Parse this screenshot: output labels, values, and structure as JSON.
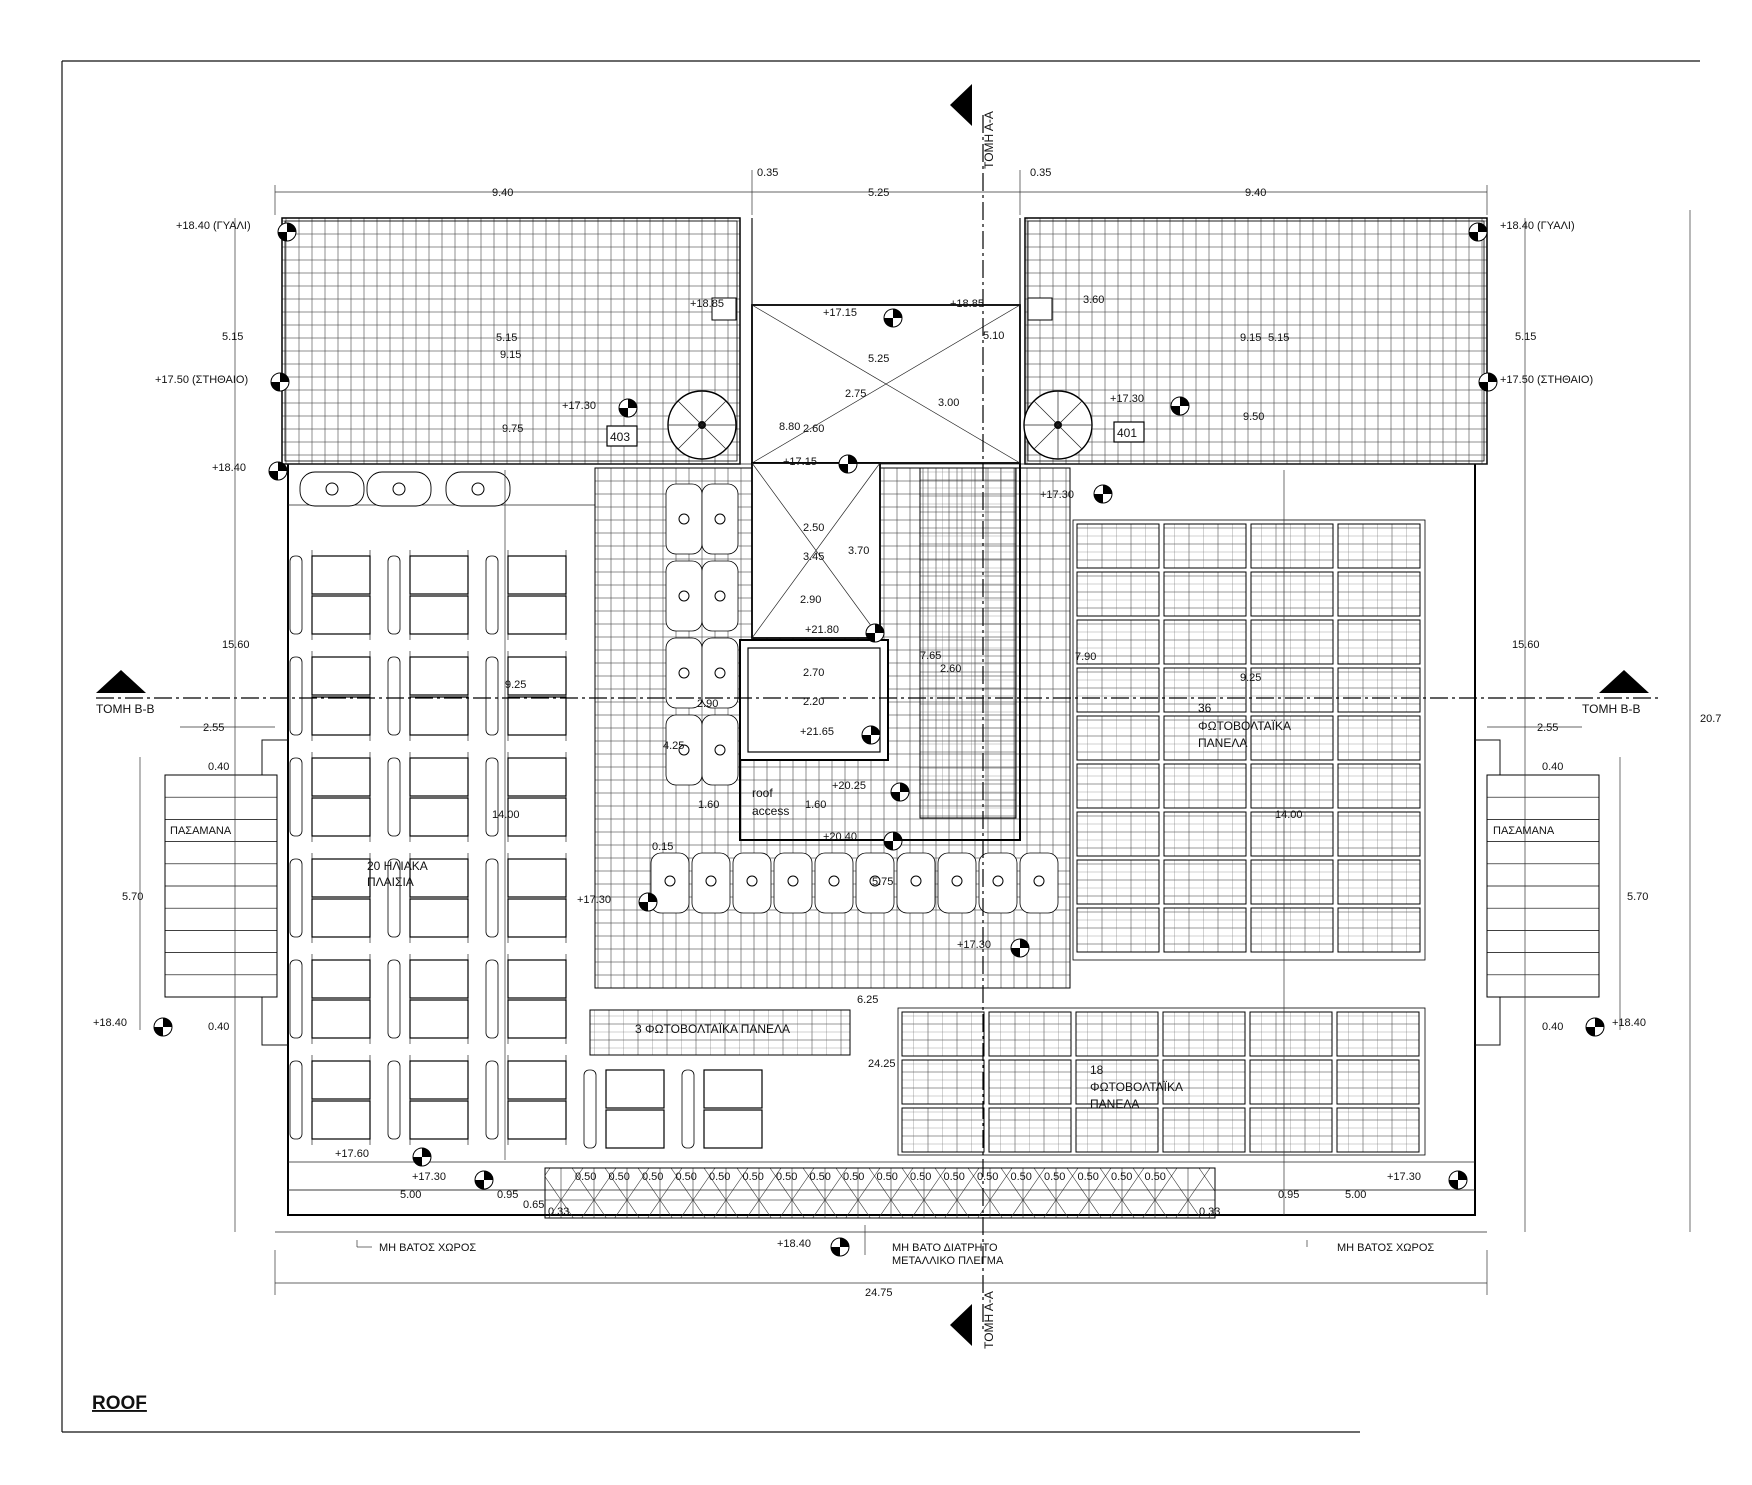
{
  "drawing_title": "ROOF",
  "section_markers": {
    "aa": "ΤΟΜΗ Α-Α",
    "bb": "ΤΟΜΗ Β-Β"
  },
  "dimensions": {
    "top_left_width": "9.40",
    "top_mid_width": "5.25",
    "top_right_width": "9.40",
    "top_gap": "0.35",
    "left_upper_height": "5.15",
    "right_upper_height": "5.15",
    "left_mid_height": "15.60",
    "right_mid_height": "15.60",
    "total_height": "20.7",
    "total_width": "24.75",
    "left_inset": "2.55",
    "right_inset": "2.55",
    "left_rail_offset_top": "0.40",
    "left_rail_offset_bottom": "0.40",
    "right_rail_offset_top": "0.40",
    "right_rail_offset_bottom": "0.40",
    "left_rail_height": "5.70",
    "right_rail_height": "5.70",
    "bottom_left_width": "5.00",
    "bottom_right_width": "5.00",
    "bottom_left_gap": "0.95",
    "bottom_right_gap": "0.95",
    "bottom_grid_offset": "0.65",
    "bottom_edge_left": "0.33",
    "bottom_edge_right": "0.33",
    "grid_module": "0.50",
    "inner": {
      "d_515_a": "5.15",
      "d_915_a": "9.15",
      "d_975": "9.75",
      "d_880": "8.80",
      "d_525": "5.25",
      "d_275": "2.75",
      "d_260_a": "2.60",
      "d_300": "3.00",
      "d_360": "3.60",
      "d_510": "5.10",
      "d_915_b": "9.15",
      "d_515_b": "5.15",
      "d_950": "9.50",
      "d_250": "2.50",
      "d_345": "3.45",
      "d_370": "3.70",
      "d_290": "2.90",
      "d_270": "2.70",
      "d_220": "2.20",
      "d_765": "7.65",
      "d_260_b": "2.60",
      "d_790": "7.90",
      "d_925_a": "9.25",
      "d_925_b": "9.25",
      "d_290_b": "2.90",
      "d_425": "4.25",
      "d_160_a": "1.60",
      "d_160_b": "1.60",
      "d_1400_a": "14.00",
      "d_1400_b": "14.00",
      "d_015": "0.15",
      "d_575": "5.75",
      "d_625": "6.25",
      "d_2425": "24.25"
    }
  },
  "levels": {
    "tl_parapet": "+18.40  (ΓΥΑΛΙ)",
    "tr_parapet": "+18.40  (ΓΥΑΛΙ)",
    "tl_post": "+17.50  (ΣΤΗΘΑΙΟ)",
    "tr_post": "+17.50  (ΣΤΗΘΑΙΟ)",
    "left_corner": "+18.40",
    "left_lower": "+18.40",
    "right_lower": "+18.40",
    "stair_top_left": "+18.85",
    "stair_top_right": "+18.85",
    "shaft_top": "+17.15",
    "shaft_mid": "+17.15",
    "roof_left": "+17.30",
    "roof_right": "+17.30",
    "roof_right_2": "+17.30",
    "core_top": "+21.80",
    "core_mid": "+21.65",
    "core_roof": "+20.25",
    "core_low": "+20.40",
    "terrace_left": "+17.30",
    "terrace_center": "+17.30",
    "bottom_left": "+17.30",
    "bottom_right": "+17.30",
    "bottom_grid_left": "+17.60",
    "bottom_center": "+18.40"
  },
  "room_tags": {
    "left": "403",
    "right": "401"
  },
  "notes": {
    "roof_access_1": "roof",
    "roof_access_2": "access",
    "solar_left_1": "20 ΗΛΙΑΚΑ",
    "solar_left_2": "ΠΛΑΙΣΙΑ",
    "pv_right_1": "36",
    "pv_right_2": "ΦΩΤΟΒΟΛΤΑΪΚΑ",
    "pv_right_3": "ΠΑΝΕΛΑ",
    "pv_small": "3 ΦΩΤΟΒΟΛΤΑΪΚΑ ΠΑΝΕΛΑ",
    "pv_bottom_1": "18",
    "pv_bottom_2": "ΦΩΤΟΒΟΛΤΑΪΚΑ",
    "pv_bottom_3": "ΠΑΝΕΛΑ",
    "handrail_left": "ΠΑΣΑΜΑΝΑ",
    "handrail_right": "ΠΑΣΑΜΑΝΑ",
    "no_access_left": "ΜΗ ΒΑΤΟΣ ΧΩΡΟΣ",
    "no_access_right": "ΜΗ ΒΑΤΟΣ ΧΩΡΟΣ",
    "mesh_1": "ΜΗ ΒΑΤΟ ΔΙΑΤΡΗΤΟ",
    "mesh_2": "ΜΕΤΑΛΛΙΚΟ ΠΛΕΓΜΑ"
  }
}
